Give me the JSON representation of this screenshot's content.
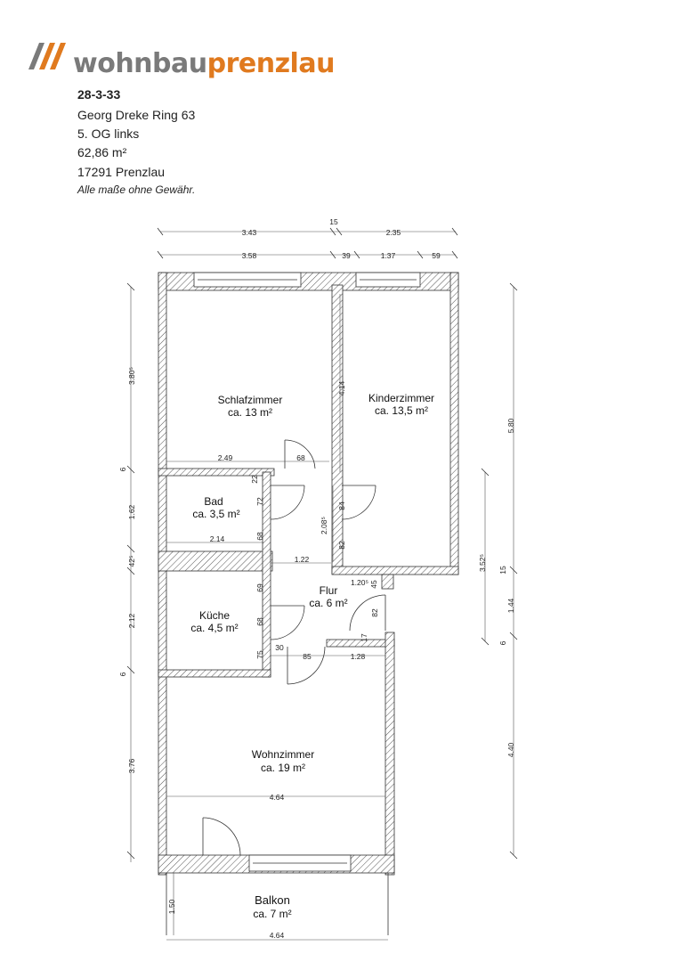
{
  "logo": {
    "part1": "wohnbau",
    "part2": "prenzlau",
    "colors": {
      "gray": "#7a7a7a",
      "orange": "#e07a1f"
    }
  },
  "listing": {
    "ref": "28-3-33",
    "street": "Georg Dreke Ring 63",
    "floor": "5. OG links",
    "area": "62,86 m²",
    "city": "17291 Prenzlau",
    "disclaimer": "Alle maße ohne Gewähr."
  },
  "rooms": {
    "schlafzimmer": {
      "name": "Schlafzimmer",
      "size": "ca. 13 m²"
    },
    "kinderzimmer": {
      "name": "Kinderzimmer",
      "size": "ca. 13,5 m²"
    },
    "bad": {
      "name": "Bad",
      "size": "ca. 3,5 m²"
    },
    "kueche": {
      "name": "Küche",
      "size": "ca. 4,5 m²"
    },
    "flur": {
      "name": "Flur",
      "size": "ca. 6 m²"
    },
    "wohnzimmer": {
      "name": "Wohnzimmer",
      "size": "ca. 19 m²"
    },
    "balkon": {
      "name": "Balkon",
      "size": "ca. 7 m²"
    }
  },
  "dimensions": {
    "top1": [
      "3.43",
      "15",
      "2.35"
    ],
    "top2": [
      "3.58",
      "39",
      "1.37",
      "59"
    ],
    "left": [
      "3.80⁵",
      "6",
      "1.62",
      "42⁵",
      "2.12",
      "6",
      "3.76"
    ],
    "right_outer": [
      "5.80",
      "15",
      "1.44",
      "6",
      "4.40"
    ],
    "right_inner": "3.52⁵",
    "inner": {
      "schlaf_w": "2.49",
      "door_68a": "68",
      "d22": "22",
      "d72": "72",
      "d414": "4.14",
      "d84": "84",
      "d208": "2.08⁵",
      "d82a": "82",
      "bad_w": "2.14",
      "d68b": "68",
      "flur_w": "1.22",
      "d1205": "1.20⁵",
      "d45": "45",
      "d82b": "82",
      "d17": "17",
      "d69": "69",
      "d68c": "68",
      "d75": "75",
      "d30": "30",
      "d85": "85",
      "d128": "1.28",
      "wohn_w": "4.64",
      "balkon_h": "1.50",
      "balkon_w": "4.64"
    }
  }
}
